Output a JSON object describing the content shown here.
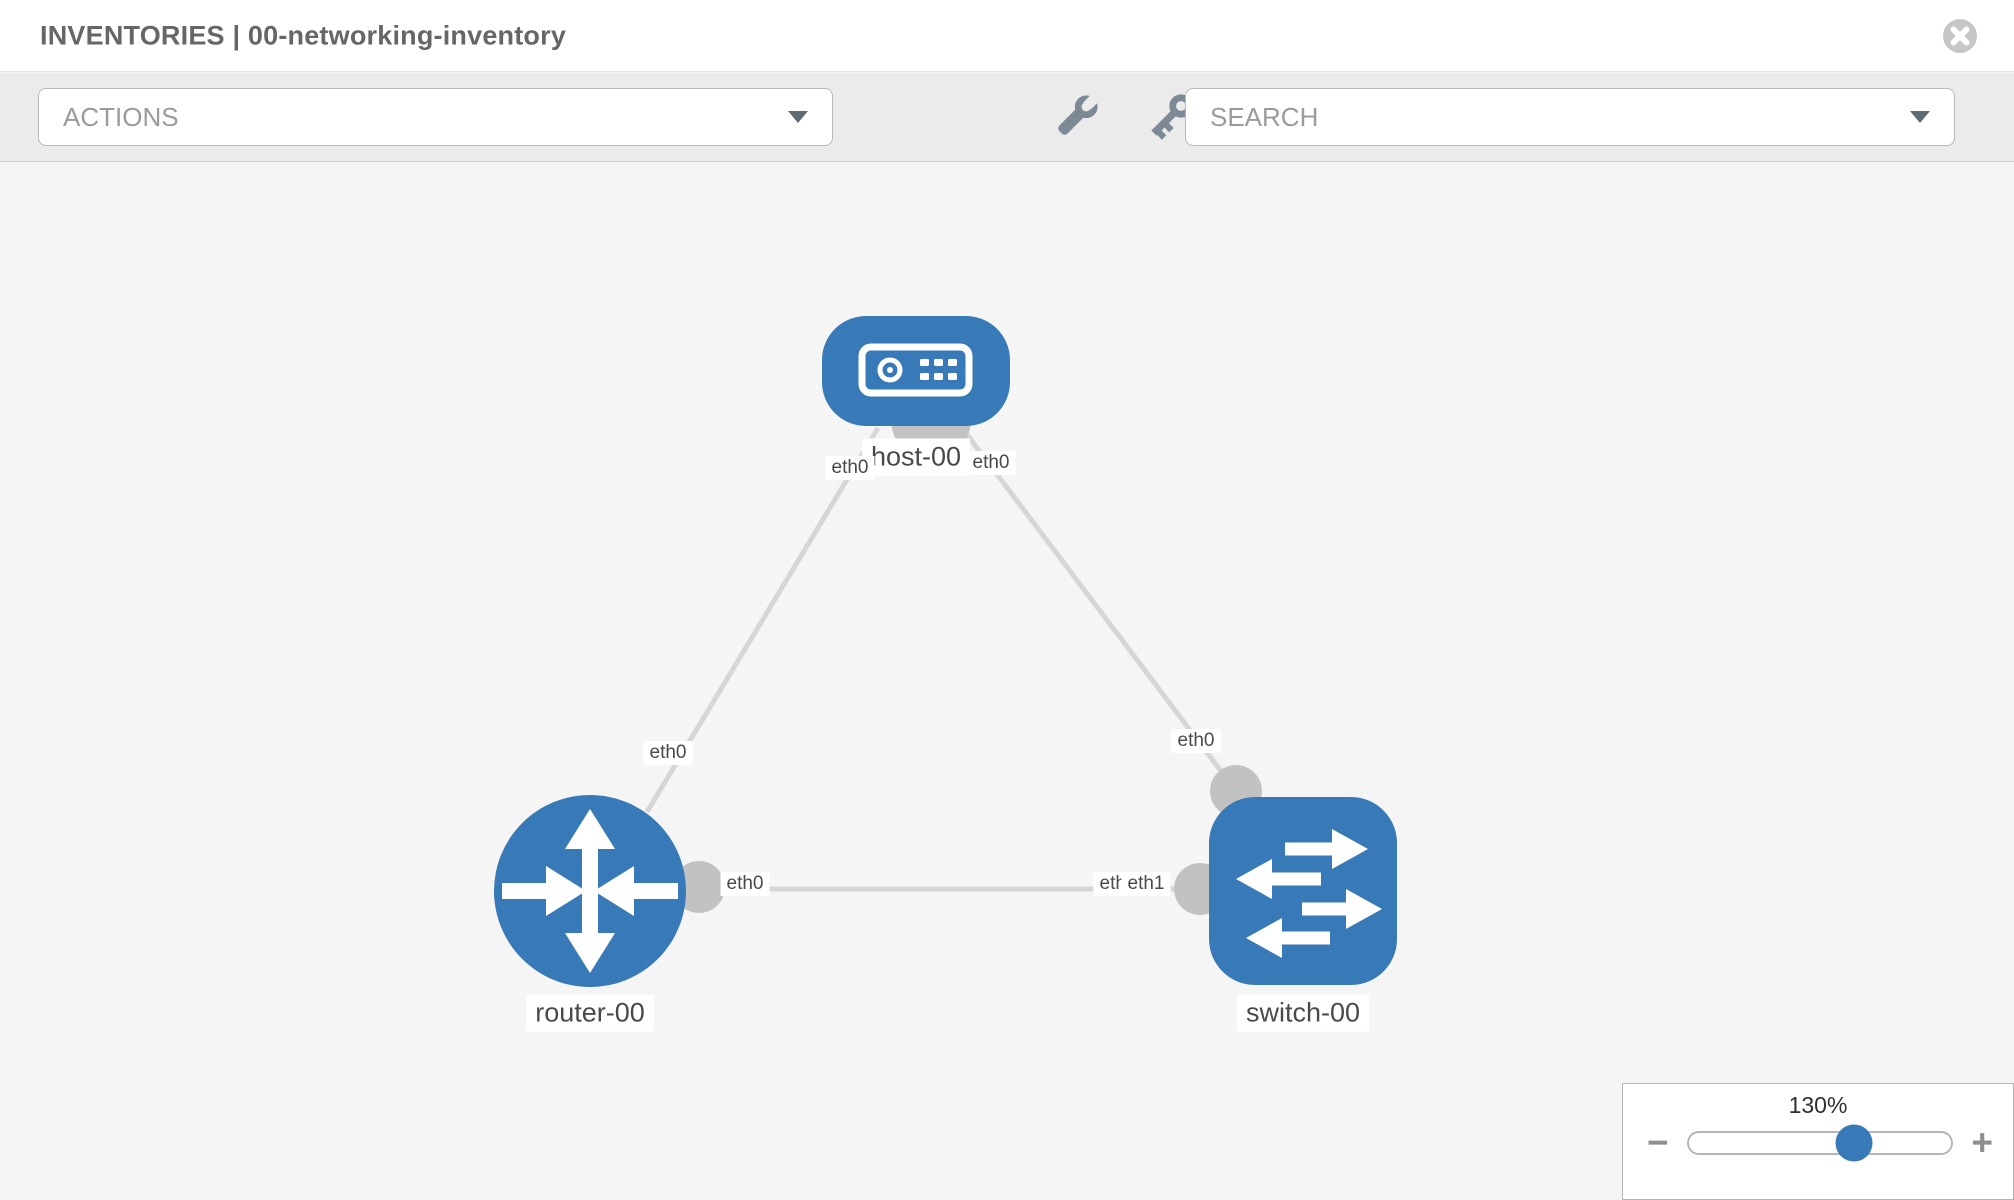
{
  "header": {
    "title": "INVENTORIES | 00-networking-inventory"
  },
  "toolbar": {
    "actions_label": "ACTIONS",
    "search_label": "SEARCH",
    "icons": [
      "wrench-icon",
      "key-icon"
    ]
  },
  "topology": {
    "nodes": [
      {
        "label": "host-00",
        "type": "host"
      },
      {
        "label": "router-00",
        "type": "router"
      },
      {
        "label": "switch-00",
        "type": "switch"
      }
    ],
    "links": [
      {
        "from": "host-00",
        "to": "router-00",
        "from_interface": "eth0",
        "to_interface": "eth0"
      },
      {
        "from": "host-00",
        "to": "switch-00",
        "from_interface": "eth0",
        "to_interface": "eth0"
      },
      {
        "from": "router-00",
        "to": "switch-00",
        "from_interface": "eth0",
        "to_interface": "eth1"
      }
    ]
  },
  "zoom_control": {
    "level": "130%",
    "zoom_out_label": "−",
    "zoom_in_label": "+"
  },
  "colors": {
    "node_blue": "#377ab7",
    "link_gray": "#d6d6d6",
    "port_gray": "#c2c2c2",
    "accent_blue": "#377ab7"
  }
}
